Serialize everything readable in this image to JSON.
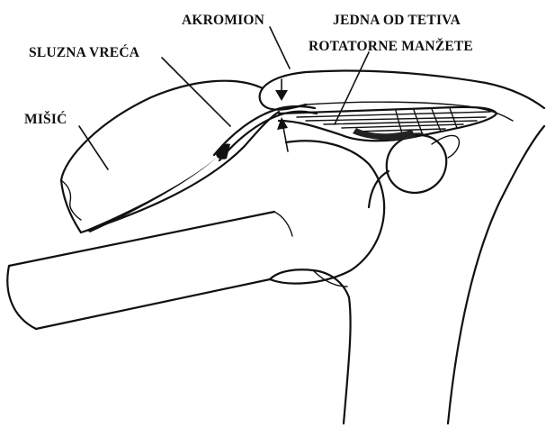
{
  "labels": {
    "akromion": "AKROMION",
    "tetiva_line1": "JEDNA OD TETIVA",
    "tetiva_line2": "ROTATORNE MANŽETE",
    "sluzna_vreca": "SLUZNA VREĆA",
    "misic": "MIŠIĆ"
  }
}
